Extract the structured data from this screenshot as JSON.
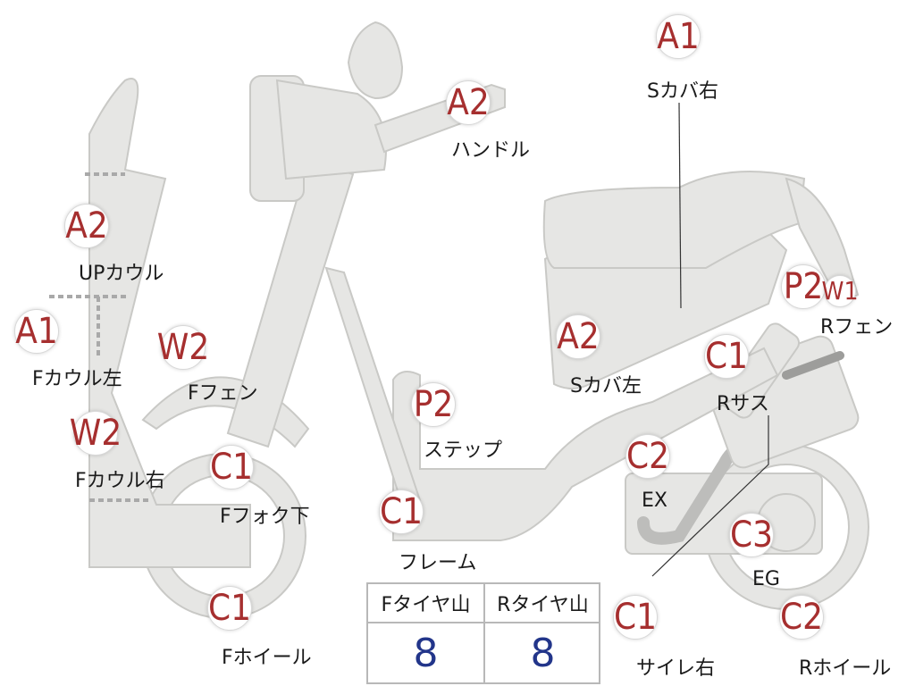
{
  "markers": {
    "s_cover_right": {
      "code": "A1",
      "label": "Sカバ右"
    },
    "handle": {
      "code": "A2",
      "label": "ハンドル"
    },
    "up_cowl": {
      "code": "A2",
      "label": "UPカウル"
    },
    "f_cowl_left": {
      "code": "A1",
      "label": "Fカウル左"
    },
    "f_fender": {
      "code": "W2",
      "label": "Fフェン"
    },
    "f_cowl_right": {
      "code": "W2",
      "label": "Fカウル右"
    },
    "f_fork_lower": {
      "code": "C1",
      "label": "Fフォク下"
    },
    "step": {
      "code": "P2",
      "label": "ステップ"
    },
    "s_cover_left": {
      "code": "A2",
      "label": "Sカバ左"
    },
    "frame": {
      "code": "C1",
      "label": "フレーム"
    },
    "f_wheel": {
      "code": "C1",
      "label": "Fホイール"
    },
    "r_fender": {
      "code_a": "P2",
      "code_b": "W1",
      "label": "Rフェン"
    },
    "r_suspension": {
      "code": "C1",
      "label": "Rサス"
    },
    "exhaust": {
      "code": "C2",
      "label": "EX"
    },
    "engine": {
      "code": "C3",
      "label": "EG"
    },
    "silencer_right": {
      "code": "C1",
      "label": "サイレ右"
    },
    "r_wheel": {
      "code": "C2",
      "label": "Rホイール"
    }
  },
  "tyre_table": {
    "headers": [
      "Fタイヤ山",
      "Rタイヤ山"
    ],
    "values": [
      "8",
      "8"
    ]
  }
}
